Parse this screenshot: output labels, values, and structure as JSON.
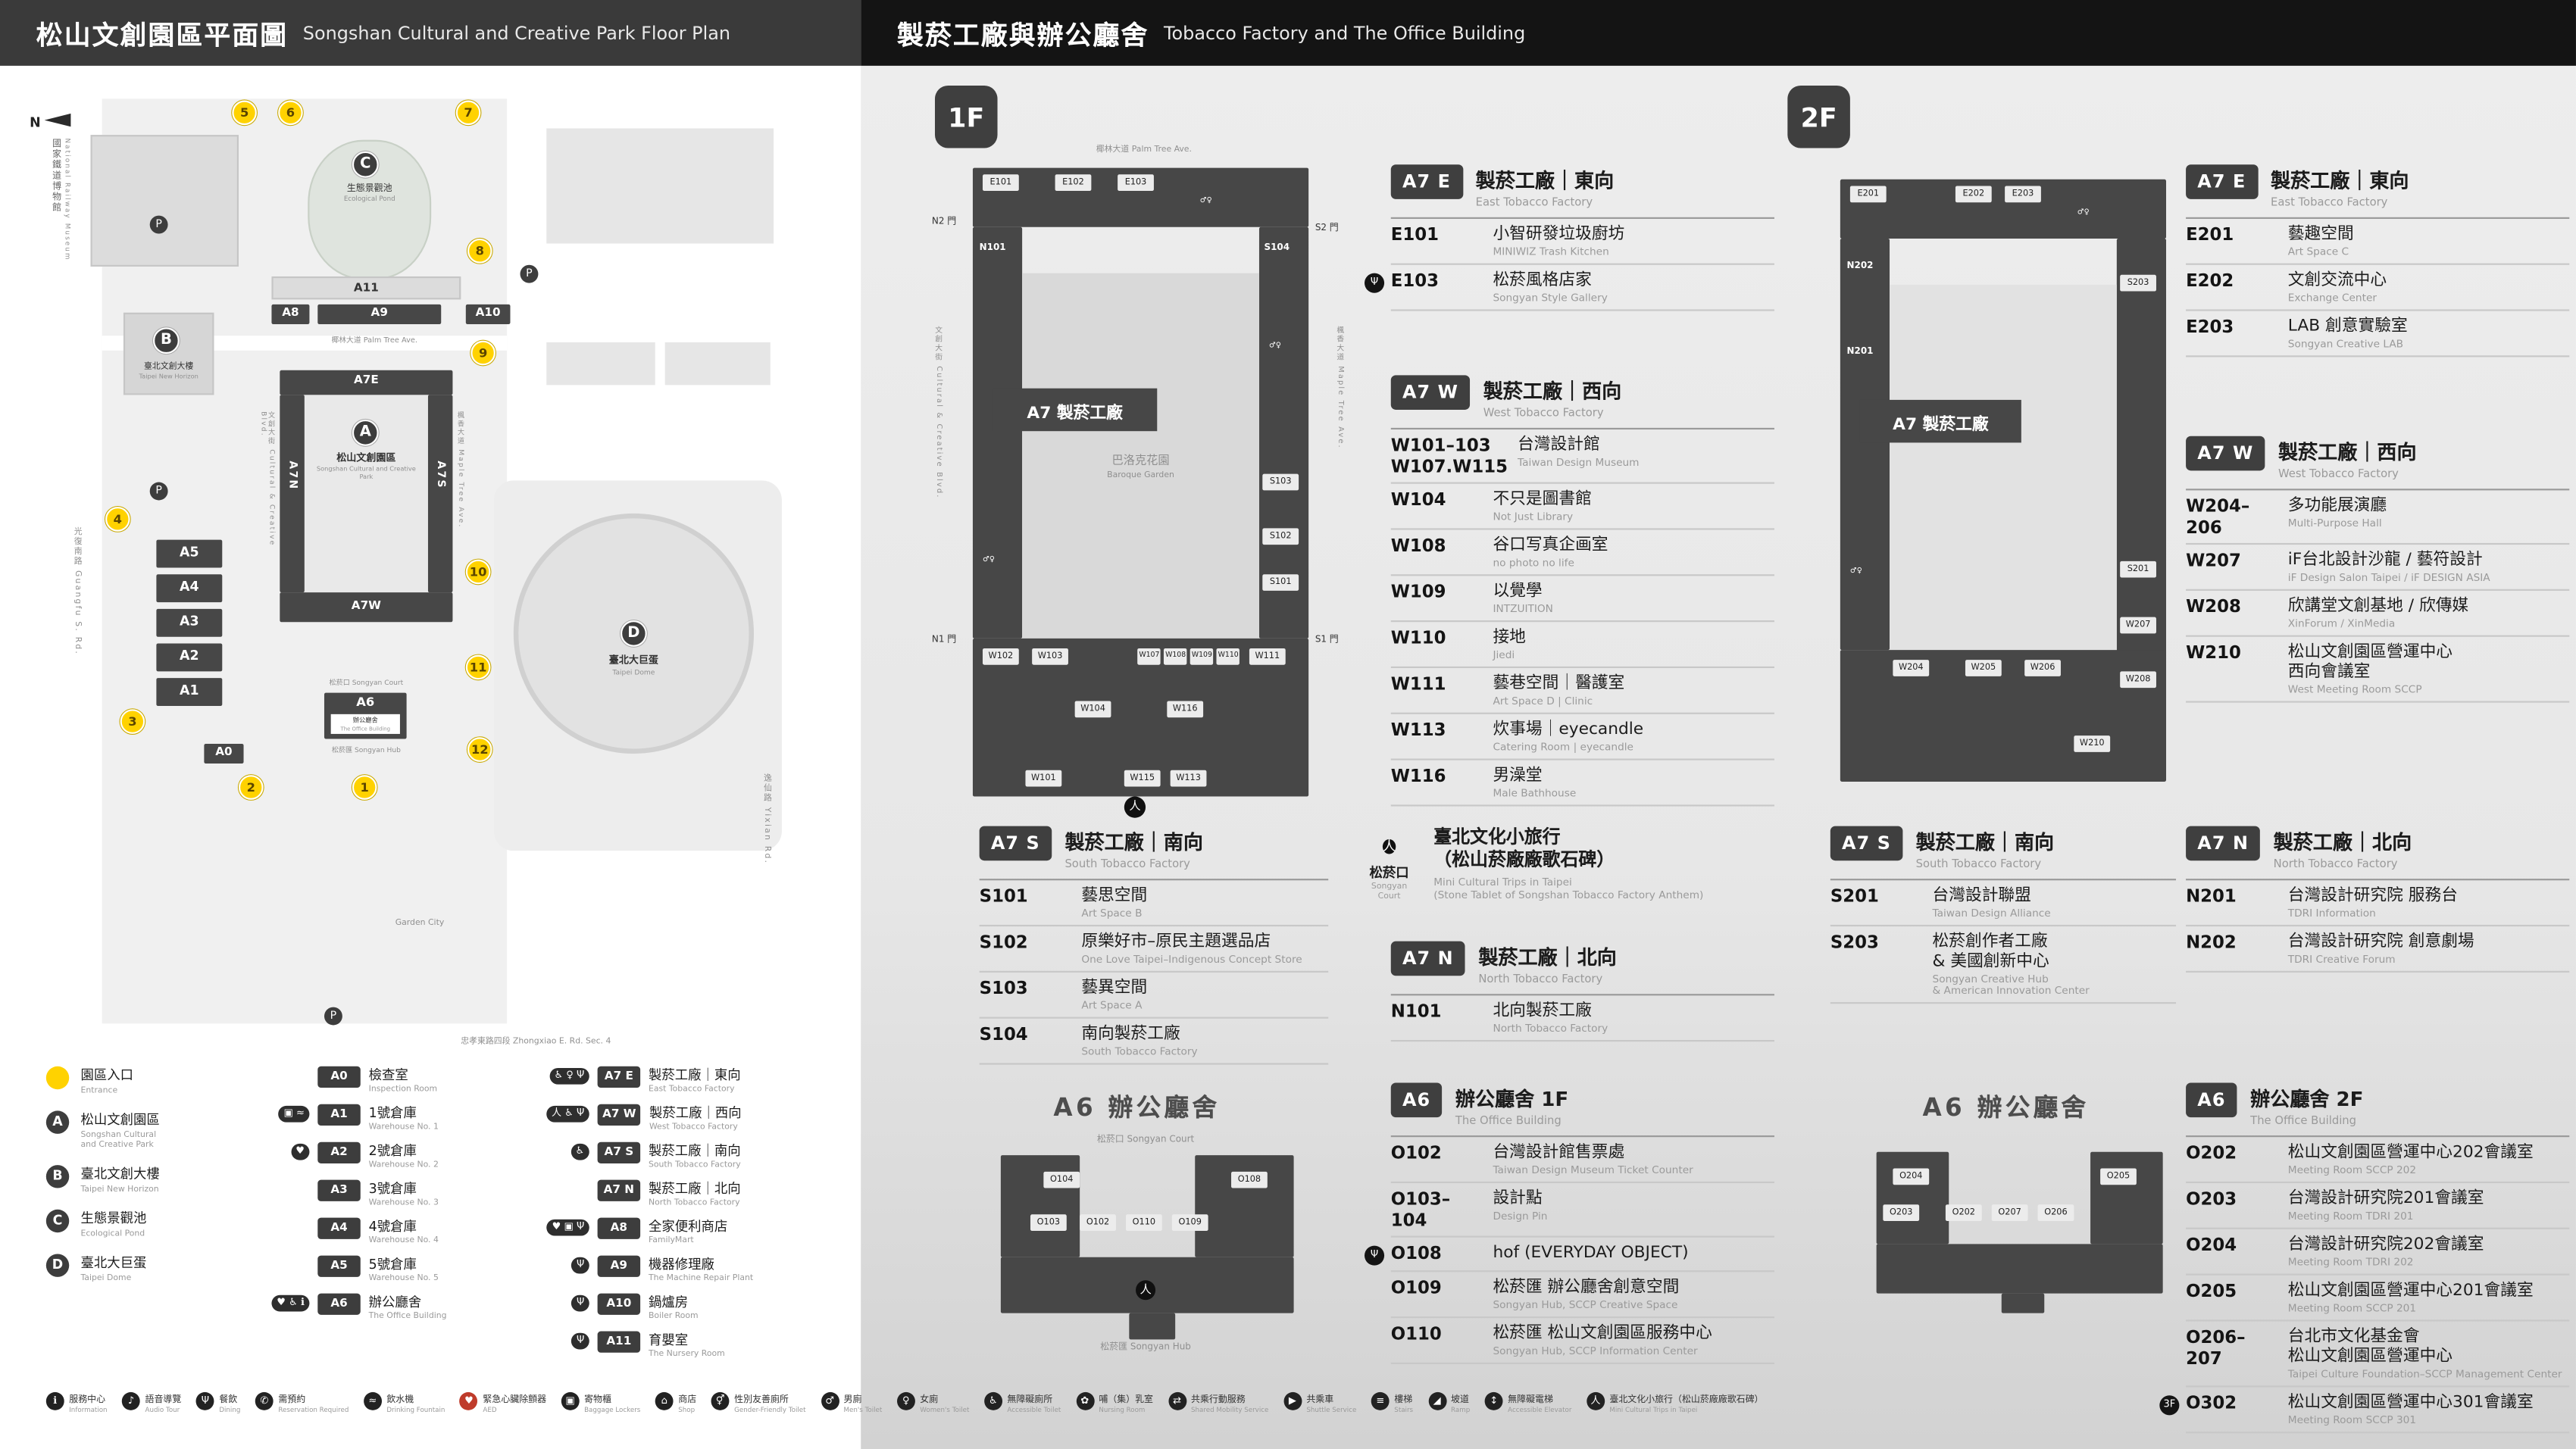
{
  "theme": {
    "dark": "#3d3d3d",
    "header_left_bg": "#3a3a3a",
    "header_right_bg": "#141414",
    "panel_right_bg": "#e9e9e9",
    "yellow": "#ffd200",
    "aed_red": "#bf3b2b"
  },
  "glyphs": {
    "north": "N",
    "toilet": "♂♀",
    "person": "人",
    "parking": "P"
  },
  "headers": {
    "left_zh": "松山文創園區平面圖",
    "left_en": "Songshan Cultural and Creative Park Floor Plan",
    "right_zh": "製菸工廠與辦公廳舍",
    "right_en": "Tobacco Factory and The Office Building"
  },
  "map": {
    "entrance_numbers": [
      "1",
      "2",
      "3",
      "4",
      "5",
      "6",
      "7",
      "8",
      "9",
      "10",
      "11",
      "12"
    ],
    "markers": {
      "a": "A",
      "b": "B",
      "c": "C",
      "d": "D"
    },
    "labels": {
      "railway_zh": "國家鐵道博物館",
      "railway_en": "National Railway Museum",
      "a_zh": "松山文創園區",
      "a_en": "Songshan Cultural and Creative Park",
      "b_zh": "臺北文創大樓",
      "b_en": "Taipei New Horizon",
      "c_zh": "生態景觀池",
      "c_en": "Ecological Pond",
      "d_zh": "臺北大巨蛋",
      "d_en": "Taipei Dome",
      "a0": "A0",
      "a1": "A1",
      "a2": "A2",
      "a3": "A3",
      "a4": "A4",
      "a5": "A5",
      "a6": "A6",
      "a6_sub_zh": "辦公廳舍",
      "a6_sub_en": "The Office Building",
      "a7e": "A7E",
      "a7n": "A7N",
      "a7s": "A7S",
      "a7w": "A7W",
      "a8": "A8",
      "a9": "A9",
      "a10": "A10",
      "a11": "A11",
      "songyan_court": "松菸口 Songyan Court",
      "songyan_hub": "松菸匯 Songyan Hub",
      "garden_city": "Garden City",
      "road_west": "光復南路 Guangfu S. Rd.",
      "road_south": "忠孝東路四段 Zhongxiao E. Rd. Sec. 4",
      "road_east": "逸仙路 Yixian Rd.",
      "ave_palm": "椰林大道 Palm Tree Ave.",
      "ave_culture": "文創大街 Cultural & Creative Blvd.",
      "ave_maple": "楓香大道 Maple Tree Ave."
    }
  },
  "legend": {
    "entrance": {
      "zh": "園區入口",
      "en": "Entrance"
    },
    "places": [
      {
        "marker": "A",
        "zh": "松山文創園區",
        "en": "Songshan Cultural\nand Creative Park"
      },
      {
        "marker": "B",
        "zh": "臺北文創大樓",
        "en": "Taipei New Horizon"
      },
      {
        "marker": "C",
        "zh": "生態景觀池",
        "en": "Ecological Pond"
      },
      {
        "marker": "D",
        "zh": "臺北大巨蛋",
        "en": "Taipei Dome"
      }
    ],
    "buildings_a": [
      {
        "code": "A0",
        "icons": "",
        "zh": "檢查室",
        "en": "Inspection Room"
      },
      {
        "code": "A1",
        "icons": "▣ ≈",
        "zh": "1號倉庫",
        "en": "Warehouse No. 1"
      },
      {
        "code": "A2",
        "icons": "♥",
        "zh": "2號倉庫",
        "en": "Warehouse No. 2"
      },
      {
        "code": "A3",
        "icons": "",
        "zh": "3號倉庫",
        "en": "Warehouse No. 3"
      },
      {
        "code": "A4",
        "icons": "",
        "zh": "4號倉庫",
        "en": "Warehouse No. 4"
      },
      {
        "code": "A5",
        "icons": "",
        "zh": "5號倉庫",
        "en": "Warehouse No. 5"
      },
      {
        "code": "A6",
        "icons": "♥ ♿ ℹ",
        "zh": "辦公廳舍",
        "en": "The Office Building"
      }
    ],
    "buildings_b": [
      {
        "code": "A7 E",
        "icons": "♿ ♀ Ψ",
        "zh": "製菸工廠｜東向",
        "en": "East Tobacco Factory"
      },
      {
        "code": "A7 W",
        "icons": "人 ♿ Ψ",
        "zh": "製菸工廠｜西向",
        "en": "West Tobacco Factory"
      },
      {
        "code": "A7 S",
        "icons": "♿",
        "zh": "製菸工廠｜南向",
        "en": "South Tobacco Factory"
      },
      {
        "code": "A7 N",
        "icons": "",
        "zh": "製菸工廠｜北向",
        "en": "North Tobacco Factory"
      },
      {
        "code": "A8",
        "icons": "♥ ▣ Ψ",
        "zh": "全家便利商店",
        "en": "FamilyMart"
      },
      {
        "code": "A9",
        "icons": "Ψ",
        "zh": "機器修理廠",
        "en": "The Machine Repair Plant"
      },
      {
        "code": "A10",
        "icons": "Ψ",
        "zh": "鍋爐房",
        "en": "Boiler Room"
      },
      {
        "code": "A11",
        "icons": "Ψ",
        "zh": "育嬰室",
        "en": "The Nursery Room"
      }
    ]
  },
  "floor1": {
    "badge": "1F",
    "plan": {
      "streets": {
        "top": "椰林大道 Palm Tree Ave.",
        "left": "文創大街 Cultural & Creative Blvd.",
        "right": "楓香大道 Maple Tree Ave."
      },
      "gates": [
        "N2 門",
        "S2 門",
        "N1 門",
        "S1 門"
      ],
      "big_label": "A7 製菸工廠",
      "garden_zh": "巴洛克花園",
      "garden_en": "Baroque Garden",
      "rooms": [
        "E101",
        "E102",
        "E103",
        "N101",
        "S104",
        "S103",
        "S102",
        "S101",
        "W102",
        "W103",
        "W107",
        "W108",
        "W109",
        "W110",
        "W111",
        "W104",
        "W116",
        "W101",
        "W115",
        "W113"
      ]
    },
    "east": {
      "code": "A7 E",
      "zh": "製菸工廠｜東向",
      "en": "East Tobacco Factory",
      "rooms": [
        {
          "icon": "",
          "code": "E101",
          "zh": "小智研發垃圾廚坊",
          "en": "MINIWIZ Trash Kitchen"
        },
        {
          "icon": "Ψ",
          "code": "E103",
          "zh": "松菸風格店家",
          "en": "Songyan Style Gallery"
        }
      ]
    },
    "west": {
      "code": "A7 W",
      "zh": "製菸工廠｜西向",
      "en": "West Tobacco Factory",
      "rooms": [
        {
          "icon": "",
          "code": "W101–103\nW107.W115",
          "zh": "台灣設計館",
          "en": "Taiwan Design Museum"
        },
        {
          "icon": "",
          "code": "W104",
          "zh": "不只是圖書館",
          "en": "Not Just Library"
        },
        {
          "icon": "",
          "code": "W108",
          "zh": "谷口写真企画室",
          "en": "no photo no life"
        },
        {
          "icon": "",
          "code": "W109",
          "zh": "以覺學",
          "en": "INTZUITION"
        },
        {
          "icon": "",
          "code": "W110",
          "zh": "接地",
          "en": "Jiedi"
        },
        {
          "icon": "",
          "code": "W111",
          "zh": "藝巷空間｜醫護室",
          "en": "Art Space D | Clinic"
        },
        {
          "icon": "",
          "code": "W113",
          "zh": "炊事場｜eyecandle",
          "en": "Catering Room | eyecandle"
        },
        {
          "icon": "",
          "code": "W116",
          "zh": "男澡堂",
          "en": "Male Bathhouse"
        }
      ]
    },
    "south": {
      "code": "A7 S",
      "zh": "製菸工廠｜南向",
      "en": "South Tobacco Factory",
      "rooms": [
        {
          "icon": "",
          "code": "S101",
          "zh": "藝思空間",
          "en": "Art Space B"
        },
        {
          "icon": "",
          "code": "S102",
          "zh": "原樂好市–原民主題選品店",
          "en": "One Love Taipei–Indigenous Concept Store"
        },
        {
          "icon": "",
          "code": "S103",
          "zh": "藝異空間",
          "en": "Art Space A"
        },
        {
          "icon": "",
          "code": "S104",
          "zh": "南向製菸工廠",
          "en": "South Tobacco Factory"
        }
      ]
    },
    "north": {
      "code": "A7 N",
      "zh": "製菸工廠｜北向",
      "en": "North Tobacco Factory",
      "rooms": [
        {
          "icon": "",
          "code": "N101",
          "zh": "北向製菸工廠",
          "en": "North Tobacco Factory"
        }
      ]
    },
    "court": {
      "icon": "人",
      "name_zh": "松菸口",
      "name_en": "Songyan Court",
      "zh": "臺北文化小旅行\n（松山菸廠廠歌石碑）",
      "en": "Mini Cultural Trips in Taipei\n(Stone Tablet of Songshan Tobacco Factory Anthem)"
    }
  },
  "floor2": {
    "badge": "2F",
    "plan": {
      "big_label": "A7 製菸工廠",
      "rooms": [
        "E201",
        "E202",
        "E203",
        "N202",
        "N201",
        "S203",
        "S201",
        "W207",
        "W208",
        "W204",
        "W205",
        "W206",
        "W210"
      ]
    },
    "east": {
      "code": "A7 E",
      "zh": "製菸工廠｜東向",
      "en": "East Tobacco Factory",
      "rooms": [
        {
          "icon": "",
          "code": "E201",
          "zh": "藝趣空間",
          "en": "Art Space C"
        },
        {
          "icon": "",
          "code": "E202",
          "zh": "文創交流中心",
          "en": "Exchange Center"
        },
        {
          "icon": "",
          "code": "E203",
          "zh": "LAB 創意實驗室",
          "en": "Songyan Creative LAB"
        }
      ]
    },
    "west": {
      "code": "A7 W",
      "zh": "製菸工廠｜西向",
      "en": "West Tobacco Factory",
      "rooms": [
        {
          "icon": "",
          "code": "W204–206",
          "zh": "多功能展演廳",
          "en": "Multi-Purpose Hall"
        },
        {
          "icon": "",
          "code": "W207",
          "zh": "iF台北設計沙龍 / 藝符設計",
          "en": "iF Design Salon Taipei / iF DESIGN ASIA"
        },
        {
          "icon": "",
          "code": "W208",
          "zh": "欣講堂文創基地 / 欣傳媒",
          "en": "XinForum / XinMedia"
        },
        {
          "icon": "",
          "code": "W210",
          "zh": "松山文創園區營運中心\n西向會議室",
          "en": "West Meeting Room SCCP"
        }
      ]
    },
    "south": {
      "code": "A7 S",
      "zh": "製菸工廠｜南向",
      "en": "South Tobacco Factory",
      "rooms": [
        {
          "icon": "",
          "code": "S201",
          "zh": "台灣設計聯盟",
          "en": "Taiwan Design Alliance"
        },
        {
          "icon": "",
          "code": "S203",
          "zh": "松菸創作者工廠\n& 美國創新中心",
          "en": "Songyan Creative Hub\n& American Innovation Center"
        }
      ]
    },
    "north": {
      "code": "A7 N",
      "zh": "製菸工廠｜北向",
      "en": "North Tobacco Factory",
      "rooms": [
        {
          "icon": "",
          "code": "N201",
          "zh": "台灣設計研究院 服務台",
          "en": "TDRI Information"
        },
        {
          "icon": "",
          "code": "N202",
          "zh": "台灣設計研究院 創意劇場",
          "en": "TDRI Creative Forum"
        }
      ]
    }
  },
  "a6f1": {
    "title": "A6 辦公廳舍",
    "code": "A6",
    "zh": "辦公廳舍 1F",
    "en": "The Office Building",
    "court": "松菸口 Songyan Court",
    "hub": "松菸匯 Songyan Hub",
    "plan_rooms": [
      "O104",
      "O108",
      "O103",
      "O102",
      "O110",
      "O109"
    ],
    "rooms": [
      {
        "icon": "",
        "code": "O102",
        "zh": "台灣設計館售票處",
        "en": "Taiwan Design Museum Ticket Counter"
      },
      {
        "icon": "",
        "code": "O103–104",
        "zh": "設計點",
        "en": "Design Pin"
      },
      {
        "icon": "Ψ",
        "code": "O108",
        "zh": "hof (EVERYDAY OBJECT)",
        "en": ""
      },
      {
        "icon": "",
        "code": "O109",
        "zh": "松菸匯 辦公廳舍創意空間",
        "en": "Songyan Hub, SCCP Creative Space"
      },
      {
        "icon": "",
        "code": "O110",
        "zh": "松菸匯 松山文創園區服務中心",
        "en": "Songyan Hub, SCCP Information Center"
      }
    ]
  },
  "a6f2": {
    "title": "A6 辦公廳舍",
    "code": "A6",
    "zh": "辦公廳舍 2F",
    "en": "The Office Building",
    "plan_rooms": [
      "O204",
      "O205",
      "O203",
      "O202",
      "O207",
      "O206"
    ],
    "rooms": [
      {
        "icon": "",
        "code": "O202",
        "zh": "松山文創園區營運中心202會議室",
        "en": "Meeting Room SCCP 202"
      },
      {
        "icon": "",
        "code": "O203",
        "zh": "台灣設計研究院201會議室",
        "en": "Meeting Room TDRI 201"
      },
      {
        "icon": "",
        "code": "O204",
        "zh": "台灣設計研究院202會議室",
        "en": "Meeting Room TDRI 202"
      },
      {
        "icon": "",
        "code": "O205",
        "zh": "松山文創園區營運中心201會議室",
        "en": "Meeting Room SCCP 201"
      },
      {
        "icon": "",
        "code": "O206–207",
        "zh": "台北市文化基金會\n松山文創園區營運中心",
        "en": "Taipei Culture Foundation–SCCP Management Center"
      },
      {
        "icon": "3F",
        "code": "O302",
        "zh": "松山文創園區營運中心301會議室",
        "en": "Meeting Room SCCP 301"
      }
    ]
  },
  "icon_bar": [
    {
      "glyph": "ℹ",
      "zh": "服務中心",
      "en": "Information"
    },
    {
      "glyph": "♪",
      "zh": "語音導覽",
      "en": "Audio Tour"
    },
    {
      "glyph": "Ψ",
      "zh": "餐飲",
      "en": "Dining"
    },
    {
      "glyph": "✆",
      "zh": "需預約",
      "en": "Reservation Required"
    },
    {
      "glyph": "≈",
      "zh": "飲水機",
      "en": "Drinking Fountain"
    },
    {
      "glyph": "♥",
      "zh": "緊急心臟除顫器",
      "en": "AED"
    },
    {
      "glyph": "▣",
      "zh": "寄物櫃",
      "en": "Baggage Lockers"
    },
    {
      "glyph": "⌂",
      "zh": "商店",
      "en": "Shop"
    },
    {
      "glyph": "⚥",
      "zh": "性別友善廁所",
      "en": "Gender-Friendly Toilet"
    },
    {
      "glyph": "♂",
      "zh": "男廁",
      "en": "Men's Toilet"
    },
    {
      "glyph": "♀",
      "zh": "女廁",
      "en": "Women's Toilet"
    },
    {
      "glyph": "♿",
      "zh": "無障礙廁所",
      "en": "Accessible Toilet"
    },
    {
      "glyph": "✿",
      "zh": "哺（集）乳室",
      "en": "Nursing Room"
    },
    {
      "glyph": "⇄",
      "zh": "共乘行動服務",
      "en": "Shared Mobility Service"
    },
    {
      "glyph": "▶",
      "zh": "共乘車",
      "en": "Shuttle Service"
    },
    {
      "glyph": "≡",
      "zh": "樓梯",
      "en": "Stairs"
    },
    {
      "glyph": "◢",
      "zh": "坡道",
      "en": "Ramp"
    },
    {
      "glyph": "↕",
      "zh": "無障礙電梯",
      "en": "Accessible Elevator"
    },
    {
      "glyph": "人",
      "zh": "臺北文化小旅行（松山菸廠廠歌石碑）",
      "en": "Mini Cultural Trips in Taipei"
    }
  ]
}
